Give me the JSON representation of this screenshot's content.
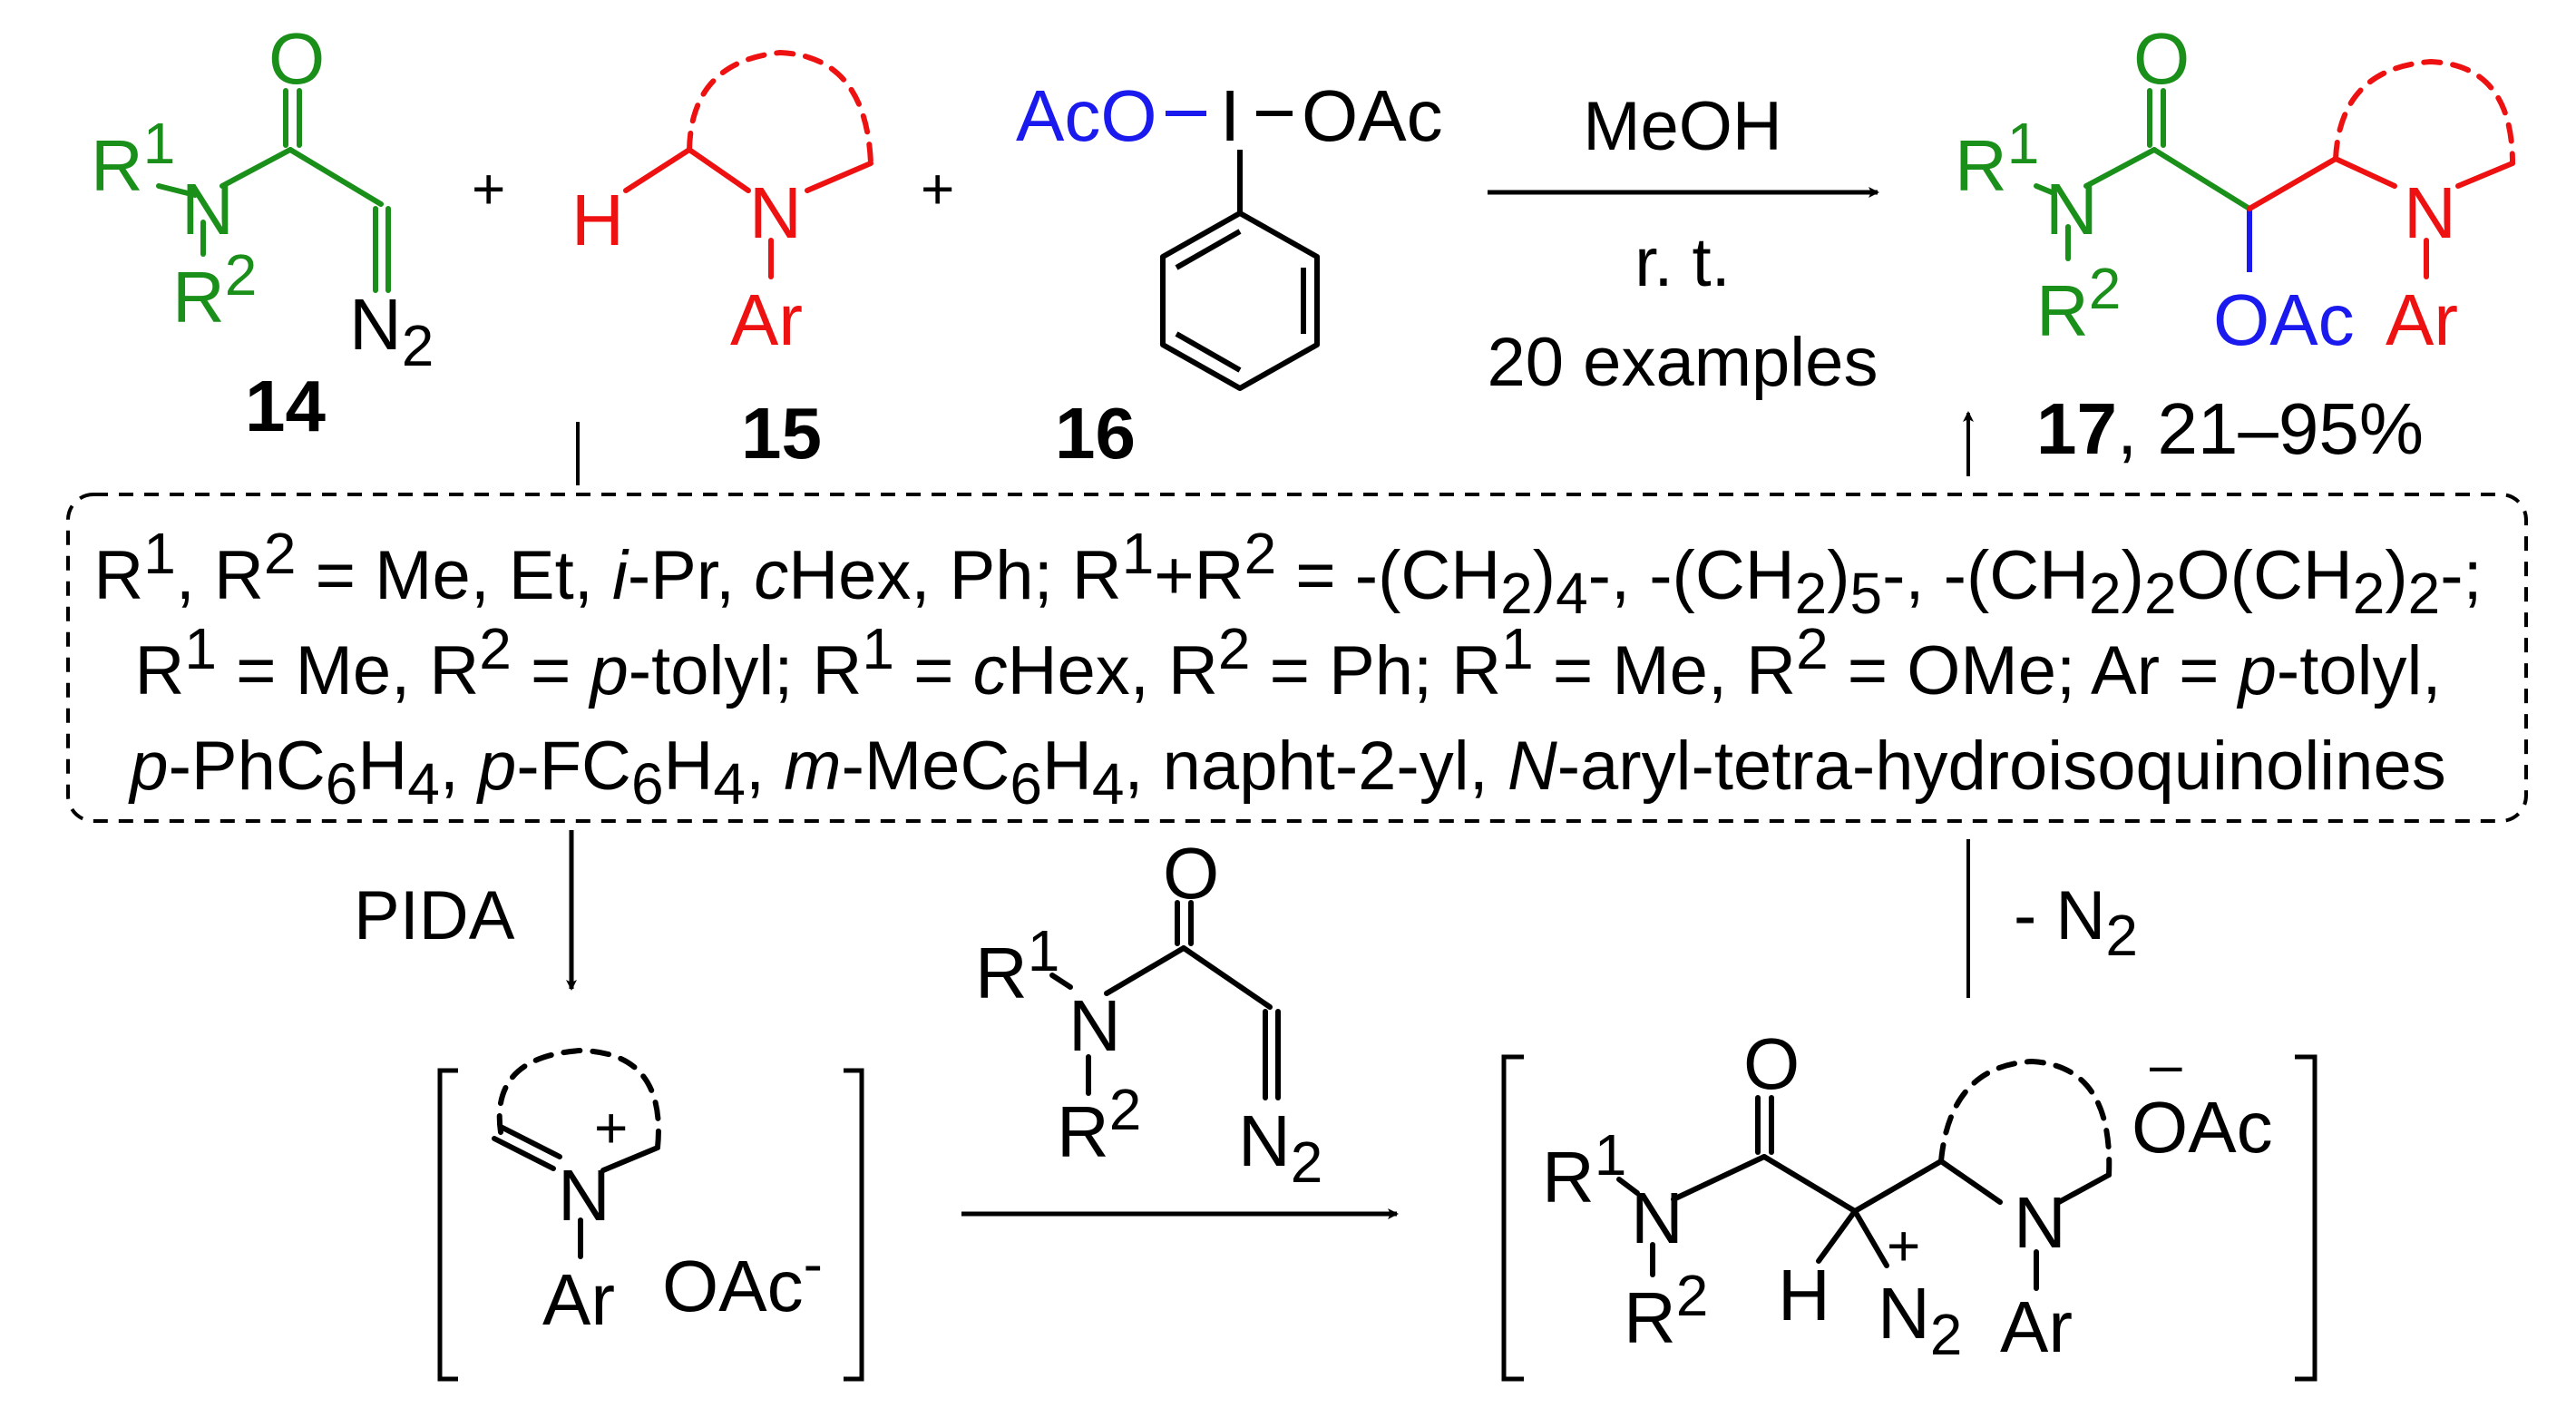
{
  "colors": {
    "diazo": "#1a8f1a",
    "amine": "#ee1111",
    "oxidant": "#1a1aee",
    "black": "#000000"
  },
  "compounds": {
    "c14": {
      "label": "14",
      "R1": "R",
      "R1_sup": "1",
      "R2": "R",
      "R2_sup": "2",
      "N": "N",
      "O": "O",
      "N2": "N",
      "N2_sub": "2"
    },
    "c15": {
      "label": "15",
      "H": "H",
      "N": "N",
      "Ar": "Ar"
    },
    "c16": {
      "label": "16",
      "AcO": "AcO",
      "I": "I",
      "OAc": "OAc"
    },
    "c17": {
      "label": "17",
      "yield": ", 21–95%",
      "R1": "R",
      "R1_sup": "1",
      "R2": "R",
      "R2_sup": "2",
      "N": "N",
      "O": "O",
      "OAc": "OAc",
      "N_ring": "N",
      "Ar": "Ar"
    }
  },
  "plus": "+",
  "conditions": {
    "solvent": "MeOH",
    "temp": "r. t.",
    "examples": "20 examples"
  },
  "scope": {
    "line1": {
      "a": "R",
      "a_sup": "1",
      "b": ", R",
      "b_sup": "2",
      "c": " = Me, Et, ",
      "d_i": "i",
      "e": "-Pr, ",
      "f_i": "c",
      "g": "Hex, Ph; R",
      "g_sup": "1",
      "h": "+R",
      "h_sup": "2",
      "i": " = -(CH",
      "i_sub": "2",
      "j": ")",
      "j_sub": "4",
      "k": "-, -(CH",
      "k_sub": "2",
      "l": ")",
      "l_sub": "5",
      "m": "-, -(CH",
      "m_sub": "2",
      "n": ")",
      "n_sub": "2",
      "o": "O(CH",
      "o_sub": "2",
      "p": ")",
      "p_sub": "2",
      "q": "-;"
    },
    "line2": {
      "a": "R",
      "a_sup": "1",
      "b": " = Me, R",
      "b_sup": "2",
      "c": " = ",
      "d_i": "p",
      "e": "-tolyl; R",
      "e_sup": "1",
      "f": " = ",
      "g_i": "c",
      "h": "Hex, R",
      "h_sup": "2",
      "i": " = Ph; R",
      "i_sup": "1",
      "j": " = Me, R",
      "j_sup": "2",
      "k": " = OMe; Ar = ",
      "l_i": "p",
      "m": "-tolyl,"
    },
    "line3": {
      "a_i": "p",
      "b": "-PhC",
      "b_sub": "6",
      "c": "H",
      "c_sub": "4",
      "d": ", ",
      "e_i": "p",
      "f": "-FC",
      "f_sub": "6",
      "g": "H",
      "g_sub": "4",
      "h": ", ",
      "i_i": "m",
      "j": "-MeC",
      "j_sub": "6",
      "k": "H",
      "k_sub": "4",
      "l": ", napht-2-yl, ",
      "m_i": "N",
      "n": "-aryl-tetra-hydroisoquinolines"
    }
  },
  "mechanism": {
    "pida": "PIDA",
    "minus_n2": "- N",
    "minus_n2_sub": "2",
    "iminium": {
      "N": "N",
      "plus": "+",
      "Ar": "Ar",
      "OAc": "OAc",
      "minus": "-"
    },
    "diazo_reagent": {
      "R1": "R",
      "R1_sup": "1",
      "R2": "R",
      "R2_sup": "2",
      "N": "N",
      "O": "O",
      "N2": "N",
      "N2_sub": "2"
    },
    "intermediate": {
      "R1": "R",
      "R1_sup": "1",
      "R2": "R",
      "R2_sup": "2",
      "N": "N",
      "O": "O",
      "H": "H",
      "N2": "N",
      "N2_sub": "2",
      "N2_plus": "+",
      "N_ring": "N",
      "Ar": "Ar",
      "OAc": "OAc",
      "minus": "–"
    }
  }
}
